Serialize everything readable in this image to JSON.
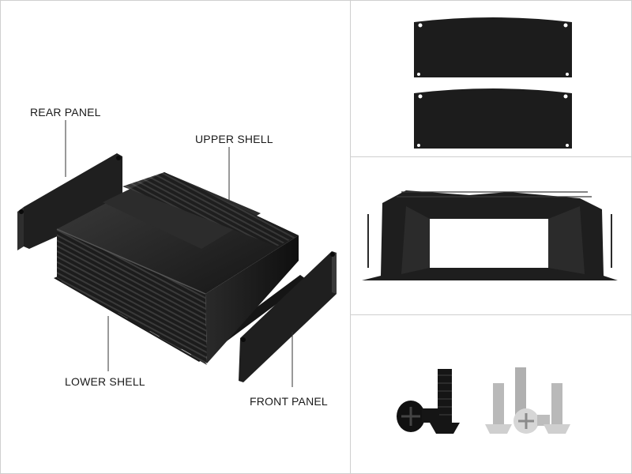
{
  "main_view": {
    "labels": {
      "rear_panel": "REAR PANEL",
      "upper_shell": "UPPER SHELL",
      "lower_shell": "LOWER SHELL",
      "front_panel": "FRONT PANEL"
    }
  },
  "colors": {
    "enclosure": "#1e1e1e",
    "enclosure_highlight": "#3a3a3a",
    "leader_line": "#333333",
    "screw_black": "#151515",
    "screw_steel": "#b9b9b9",
    "divider": "#cfcfcf"
  }
}
